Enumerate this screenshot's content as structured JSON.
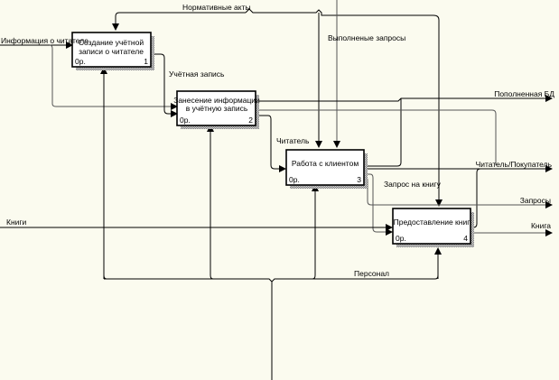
{
  "diagram": {
    "type": "IDEF0",
    "background_color": "#fbfbef",
    "boxes": [
      {
        "id": "1",
        "title": "Создание учётной записи о читателе",
        "lines": [
          "Создание учётной",
          "записи о читателе"
        ],
        "cost": "0р.",
        "number": "1"
      },
      {
        "id": "2",
        "title": "Занесение информации в учётную запись",
        "lines": [
          "Занесение информации",
          "в учётную запись"
        ],
        "cost": "0р.",
        "number": "2"
      },
      {
        "id": "3",
        "title": "Работа с клиентом",
        "lines": [
          "Работа с клиентом"
        ],
        "cost": "0р.",
        "number": "3"
      },
      {
        "id": "4",
        "title": "Предоставление книг",
        "lines": [
          "Предоставление книг"
        ],
        "cost": "0р.",
        "number": "4"
      }
    ],
    "arrows": {
      "info_reader": "Информация о читателе",
      "normative_acts": "Нормативные акты",
      "completed_requests": "Выполненые запросы",
      "account_record": "Учётная запись",
      "updated_db": "Пополненная БД",
      "reader": "Читатель",
      "reader_buyer": "Читатель/Покупатель",
      "book_request": "Запрос на книгу",
      "requests": "Запросы",
      "books_in": "Книги",
      "book_out": "Книга",
      "personnel": "Персонал"
    },
    "connections": [
      {
        "from": "boundary-left",
        "to": "1",
        "label": "Информация о читателе",
        "role": "input"
      },
      {
        "from": "boundary-left",
        "to": "2",
        "label": "Информация о читателе",
        "role": "input"
      },
      {
        "from": "boundary-top",
        "to": "1",
        "label": "Нормативные акты",
        "role": "control"
      },
      {
        "from": "boundary-top",
        "to": "3",
        "label": "Нормативные акты",
        "role": "control"
      },
      {
        "from": "boundary-top",
        "to": "4",
        "label": "Нормативные акты",
        "role": "control"
      },
      {
        "from": "boundary-top",
        "to": "3",
        "label": "Выполненые запросы",
        "role": "control"
      },
      {
        "from": "1",
        "to": "2",
        "label": "Учётная запись",
        "role": "input"
      },
      {
        "from": "2",
        "to": "boundary-right",
        "label": "Пополненная БД",
        "role": "output"
      },
      {
        "from": "2",
        "to": "3",
        "label": "Читатель",
        "role": "input"
      },
      {
        "from": "3",
        "to": "boundary-right",
        "label": "Читатель/Покупатель",
        "role": "output"
      },
      {
        "from": "3",
        "to": "4",
        "label": "Запрос на книгу",
        "role": "input"
      },
      {
        "from": "3",
        "to": "boundary-right",
        "label": "Запросы",
        "role": "output"
      },
      {
        "from": "boundary-left",
        "to": "4",
        "label": "Книги",
        "role": "input"
      },
      {
        "from": "4",
        "to": "boundary-right",
        "label": "Книга",
        "role": "output"
      },
      {
        "from": "boundary-bottom",
        "to": "1",
        "label": "Персонал",
        "role": "mechanism"
      },
      {
        "from": "boundary-bottom",
        "to": "2",
        "label": "Персонал",
        "role": "mechanism"
      },
      {
        "from": "boundary-bottom",
        "to": "3",
        "label": "Персонал",
        "role": "mechanism"
      },
      {
        "from": "boundary-bottom",
        "to": "4",
        "label": "Персонал",
        "role": "mechanism"
      }
    ]
  }
}
